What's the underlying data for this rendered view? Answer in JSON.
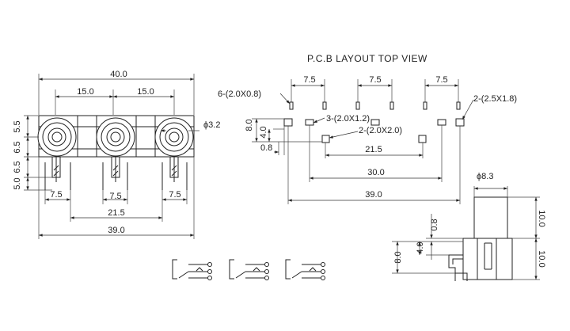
{
  "title": "P.C.B LAYOUT  TOP VIEW",
  "front_view": {
    "overall_width": "40.0",
    "pitch_left": "15.0",
    "pitch_right": "15.0",
    "height_1": "5.5",
    "height_2": "6.5",
    "height_3": "6.5",
    "height_4": "5.0",
    "hole_diameter": "ϕ3.2",
    "pin_offset_left": "7.5",
    "pin_offset_mid": "7.5",
    "pin_offset_right": "7.5",
    "pin_span": "21.5",
    "base_width": "39.0"
  },
  "pcb_layout": {
    "pitch_1": "7.5",
    "pitch_2": "7.5",
    "pitch_3": "7.5",
    "hole_small": "6-(2.0X0.8)",
    "hole_large": "2-(2.5X1.8)",
    "hole_mid": "3-(2.0X1.2)",
    "hole_square": "2-(2.0X2.0)",
    "height_8": "8.0",
    "height_4": "4.0",
    "offset_08": "0.8",
    "span_215": "21.5",
    "span_300": "30.0",
    "span_390": "39.0"
  },
  "side_view": {
    "diameter": "ϕ8.3",
    "upper_height": "10.0",
    "lower_height": "10.0",
    "dim_08": "0.8",
    "dim_40": "4.0",
    "dim_80": "8.0"
  }
}
